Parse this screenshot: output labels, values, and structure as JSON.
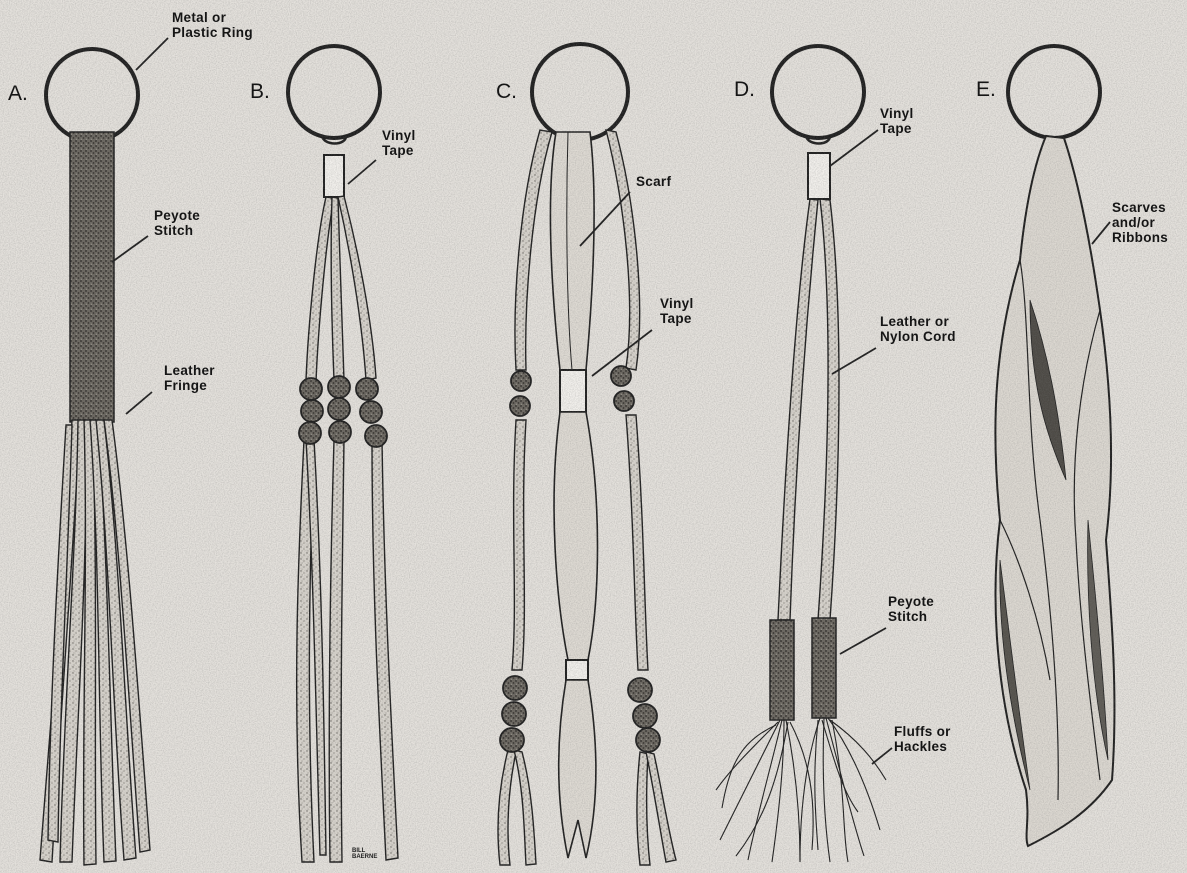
{
  "letters": {
    "a": "A.",
    "b": "B.",
    "c": "C.",
    "d": "D.",
    "e": "E."
  },
  "labels": {
    "ring": "Metal or\nPlastic Ring",
    "a_peyote": "Peyote\nStitch",
    "a_fringe": "Leather\nFringe",
    "b_tape": "Vinyl\nTape",
    "c_scarf": "Scarf",
    "c_tape": "Vinyl\nTape",
    "d_tape": "Vinyl\nTape",
    "d_cord": "Leather or\nNylon Cord",
    "d_peyote": "Peyote\nStitch",
    "d_fluffs": "Fluffs or\nHackles",
    "e_scarves": "Scarves\nand/or\nRibbons"
  },
  "signature": "BILL\nBAERNE"
}
